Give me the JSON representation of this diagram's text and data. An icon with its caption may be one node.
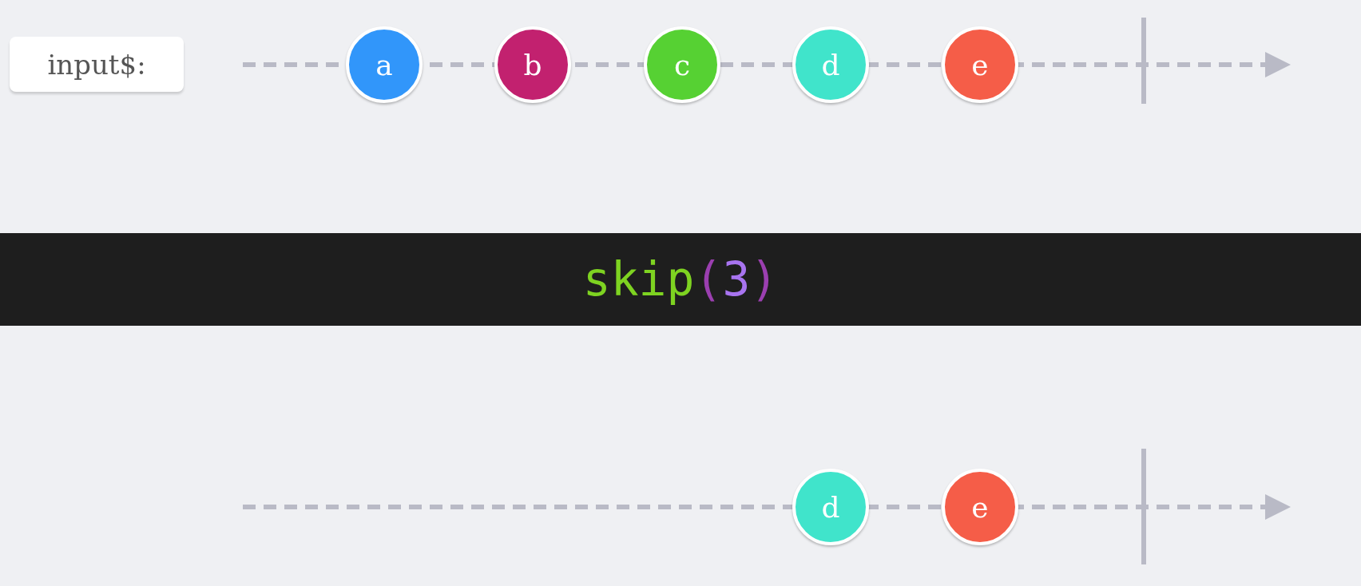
{
  "diagram": {
    "nodes": [
      {
        "text": [
          "input$:"
        ]
      },
      {
        "text": [
          "a"
        ]
      },
      {
        "text": [
          "b"
        ]
      },
      {
        "text": [
          "c"
        ]
      },
      {
        "text": [
          "d"
        ]
      },
      {
        "text": [
          "e"
        ]
      },
      {
        "text": [
          "skip(3)"
        ]
      },
      {
        "text": [
          "d"
        ]
      },
      {
        "text": [
          "e"
        ]
      }
    ],
    "edges": []
  }
}
